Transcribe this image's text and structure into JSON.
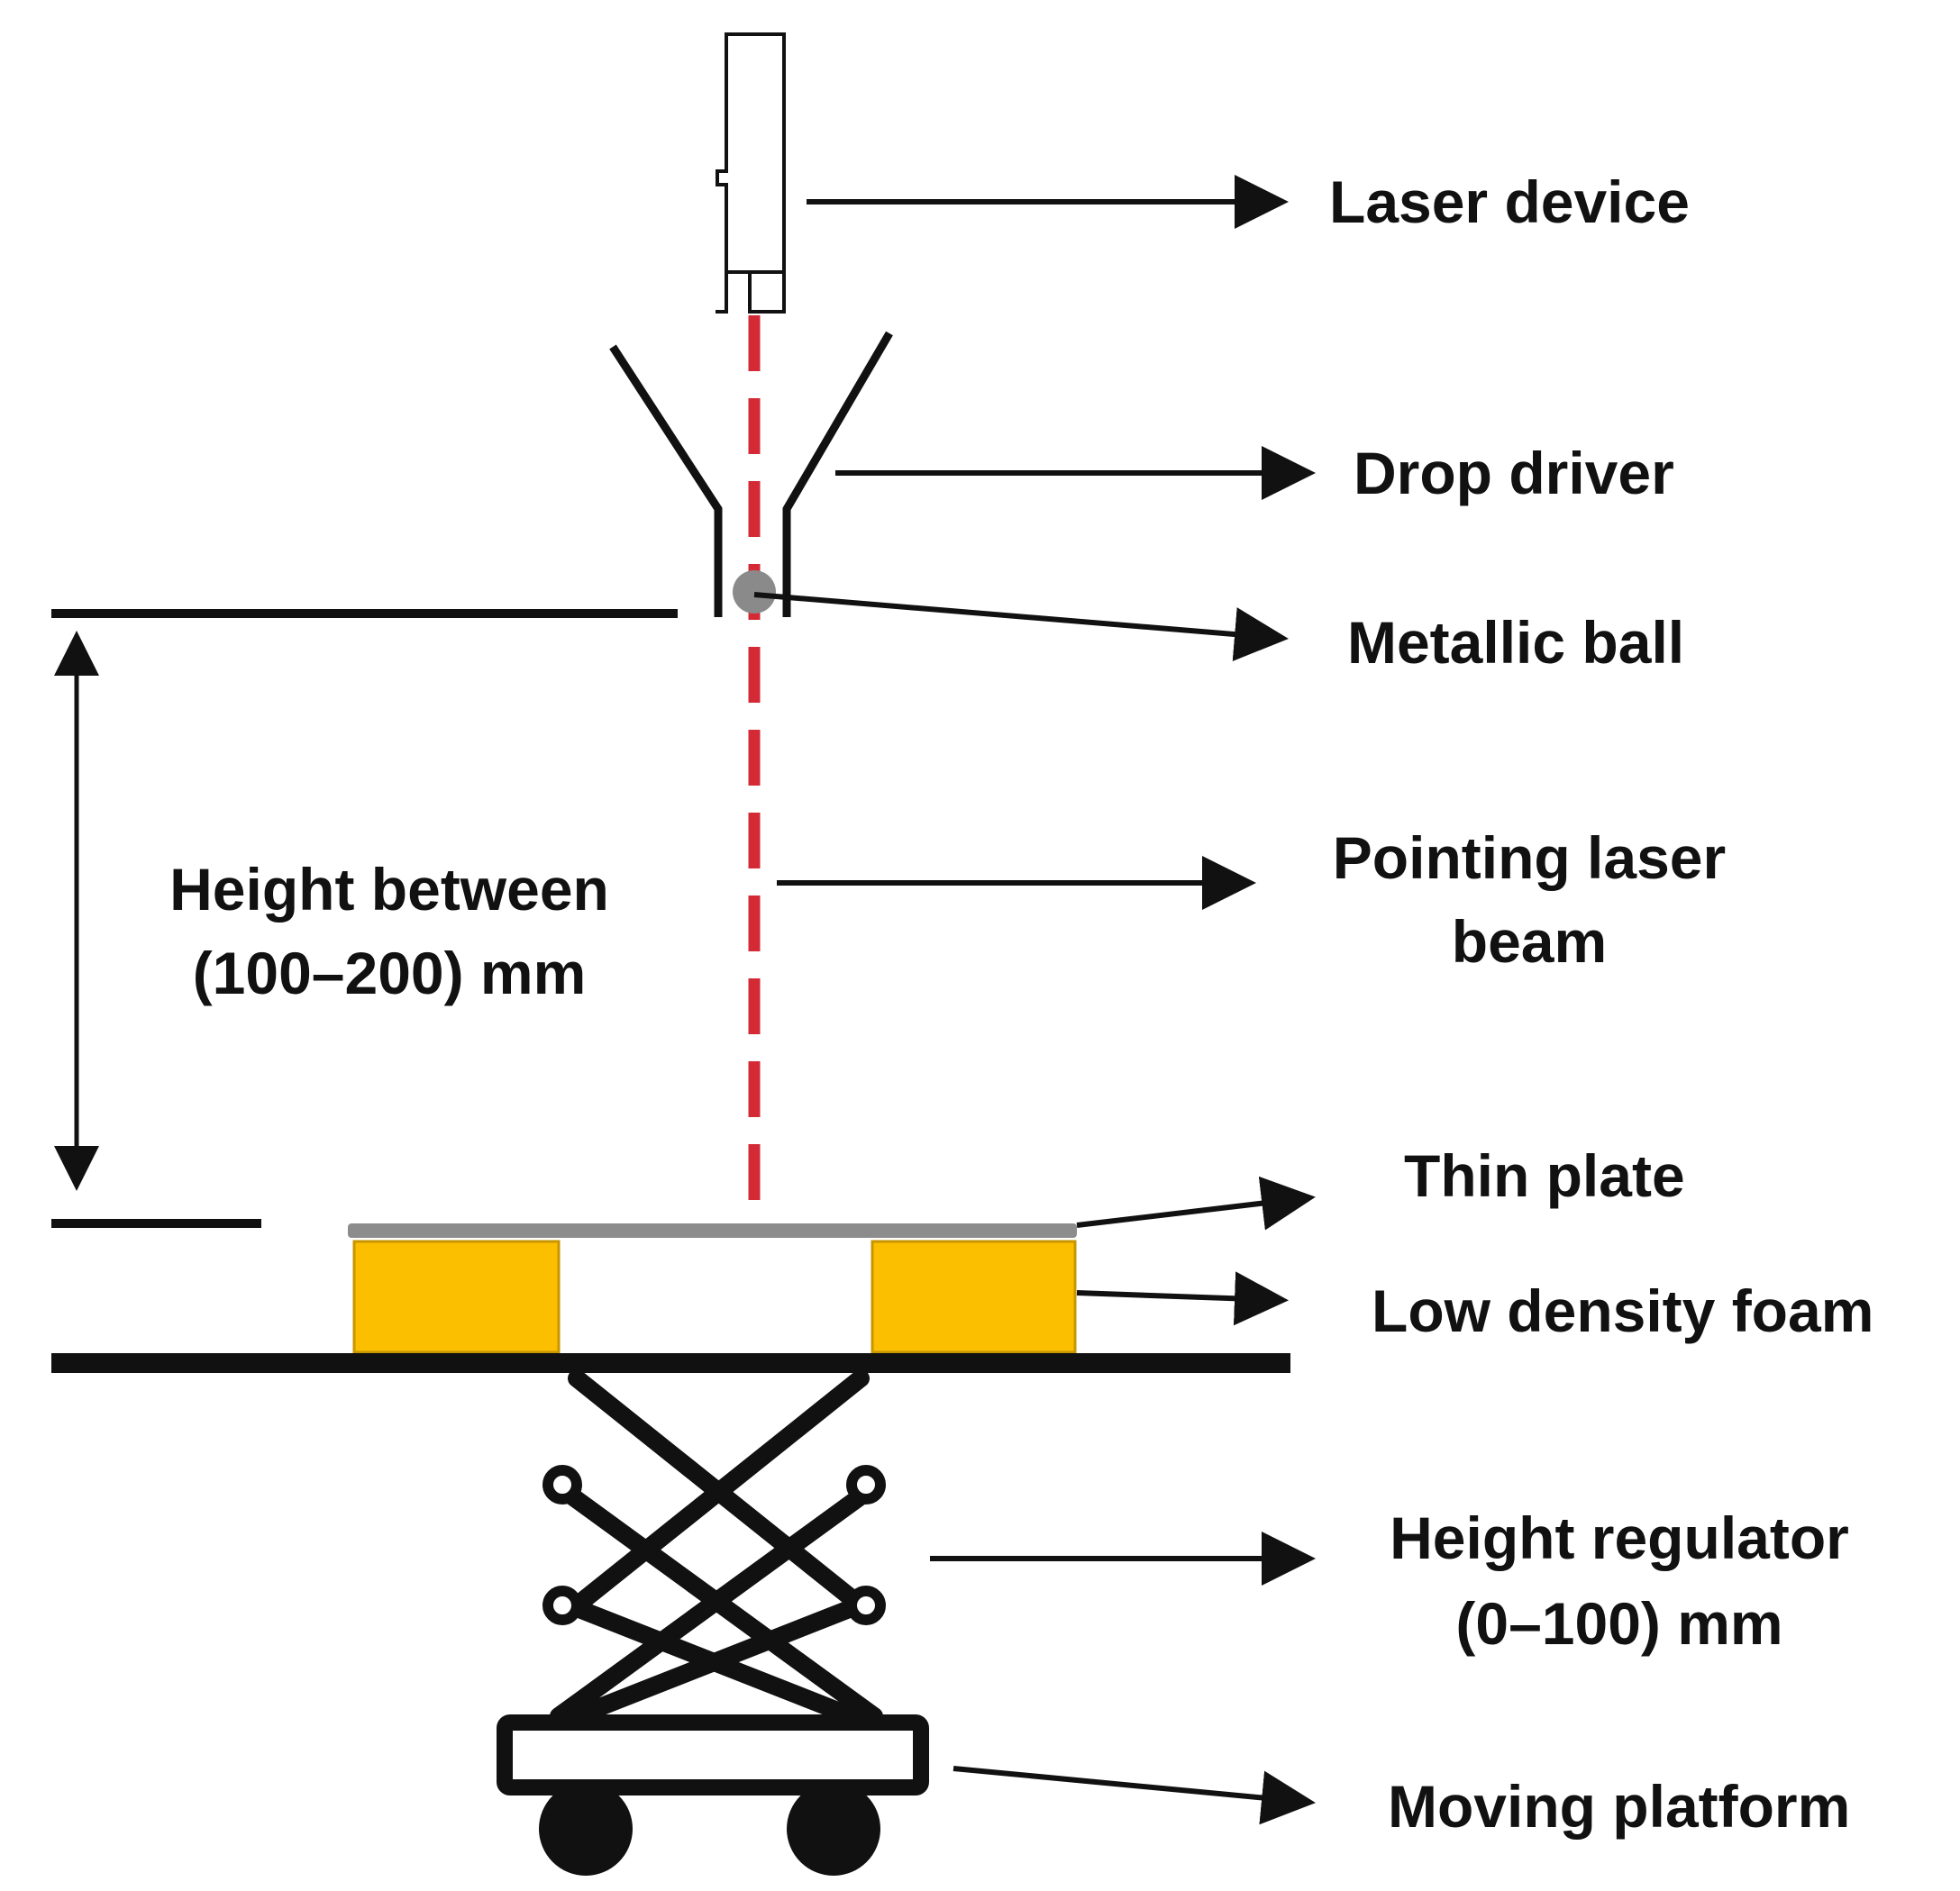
{
  "labels": {
    "laser_device": "Laser device",
    "drop_driver": "Drop driver",
    "metallic_ball": "Metallic ball",
    "pointing_laser_beam_line1": "Pointing laser",
    "pointing_laser_beam_line2": "beam",
    "thin_plate": "Thin plate",
    "low_density_foam": "Low density foam",
    "height_regulator_line1": "Height regulator",
    "height_regulator_line2": "(0–100) mm",
    "moving_platform": "Moving platform",
    "height_between_line1": "Height between",
    "height_between_line2": "(100–200) mm"
  },
  "colors": {
    "ink": "#111111",
    "laser_beam": "#d42a36",
    "ball": "#8a8a8a",
    "plate": "#8c8c8c",
    "foam": "#fbbf00",
    "foam_edge": "#c89600"
  }
}
